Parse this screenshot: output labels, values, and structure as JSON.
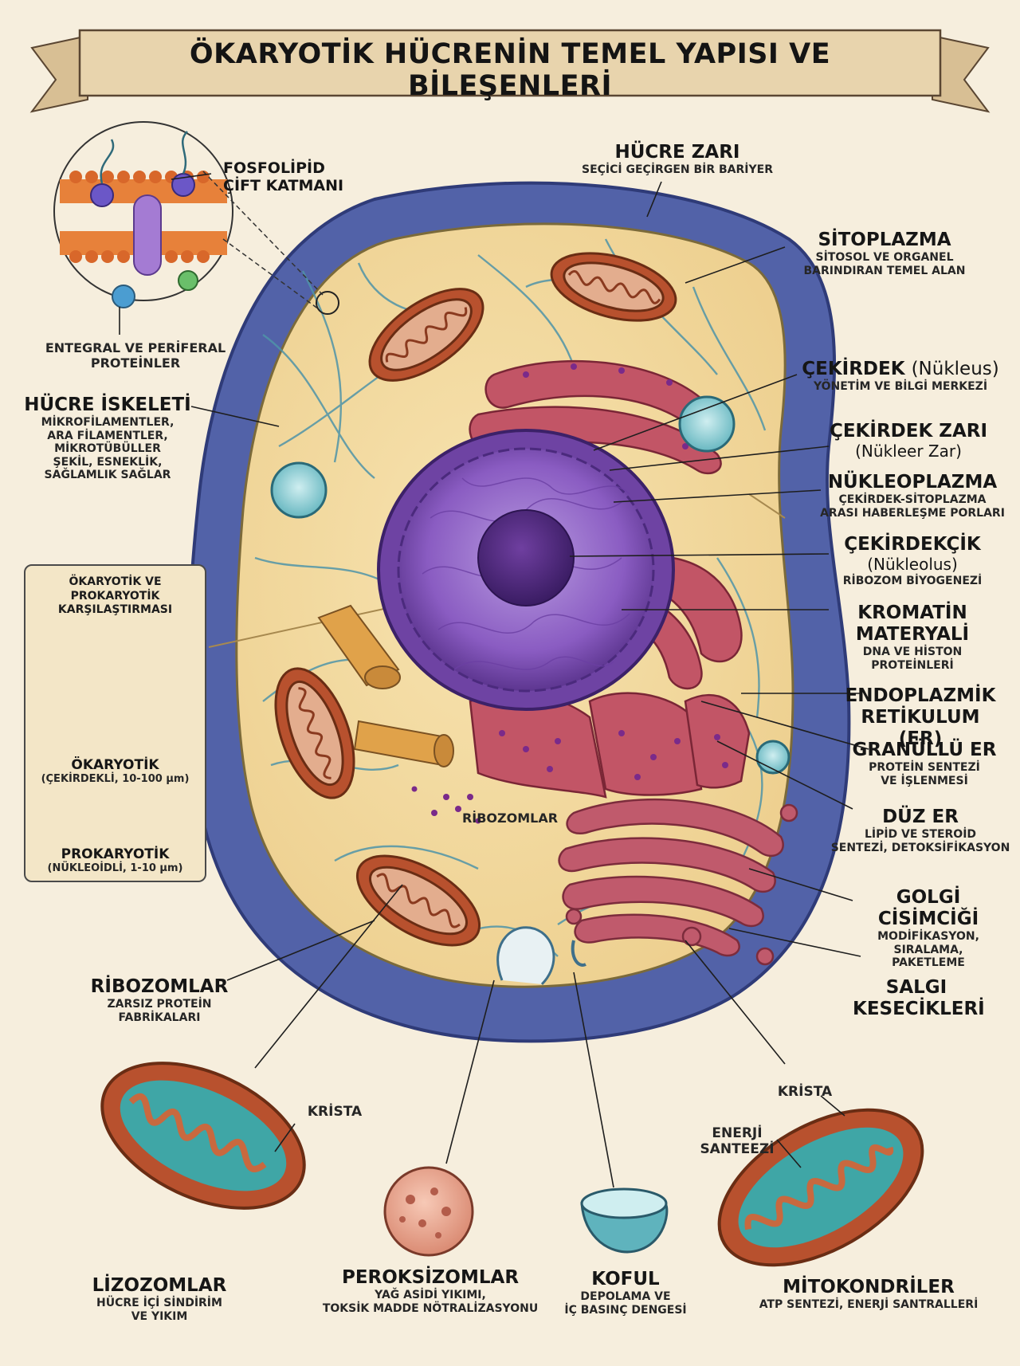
{
  "title": "ÖKARYOTİK HÜCRENİN TEMEL YAPISI VE BİLEŞENLERİ",
  "colors": {
    "background": "#f6eedd",
    "membrane_outer": "#4f5fa6",
    "cytoplasm": "#f2d79c",
    "nucleus": "#7b4aa8",
    "er": "#b84a5a",
    "mitochondria": "#b8512e",
    "mito_matrix": "#3fa6a6",
    "cytoskeleton": "#4f94a8"
  },
  "labels": {
    "fosfolipid": {
      "h": "FOSFOLİPİD",
      "h2": "ÇİFT KATMANI"
    },
    "integral": {
      "s": "ENTEGRAL VE PERİFERAL",
      "s2": "PROTEİNLER"
    },
    "hucre_zari": {
      "h": "HÜCRE ZARI",
      "s": "SEÇİCİ GEÇİRGEN BİR BARİYER"
    },
    "sitoplazma": {
      "h": "SİTOPLAZMA",
      "s": "SİTOSOL VE ORGANEL",
      "s2": "BARINDIRAN TEMEL ALAN"
    },
    "cekirdek": {
      "h": "ÇEKİRDEK",
      "paren": "(Nükleus)",
      "s": "YÖNETİM VE BİLGİ MERKEZİ"
    },
    "cekirdek_zari": {
      "h": "ÇEKİRDEK ZARI",
      "paren": "(Nükleer Zar)"
    },
    "nukleoplazma": {
      "h": "NÜKLEOPLAZMA",
      "s": "ÇEKİRDEK-SİTOPLAZMA",
      "s2": "ARASI HABERLEŞME PORLARI"
    },
    "cekirdekcik": {
      "h": "ÇEKİRDEKÇİK",
      "paren": "(Nükleolus)",
      "s": "RİBOZOM BİYOGENEZİ"
    },
    "kromatin": {
      "h": "KROMATİN",
      "h2": "MATERYALİ",
      "s": "DNA VE HİSTON",
      "s2": "PROTEİNLERİ"
    },
    "er": {
      "h": "ENDOPLAZMİK",
      "h2": "RETİKULUM (ER)"
    },
    "granullu_er": {
      "h": "GRANÜLLÜ ER",
      "s": "PROTEİN SENTEZİ",
      "s2": "VE İŞLENMESİ"
    },
    "duz_er": {
      "h": "DÜZ ER",
      "s": "LİPİD VE STEROİD",
      "s2": "SENTEZİ, DETOKSİFİKASYON"
    },
    "golgi": {
      "h": "GOLGİ CİSİMCİĞİ",
      "s": "MODİFİKASYON,",
      "s2": "SIRALAMA,",
      "s3": "PAKETLEME"
    },
    "salgi": {
      "h": "SALGI",
      "h2": "KESECİKLERİ"
    },
    "hucre_iskeleti": {
      "h": "HÜCRE İSKELETİ",
      "s": "MİKROFİLAMENTLER,",
      "s2": "ARA FİLAMENTLER,",
      "s3": "MİKROTÜBÜLLER",
      "s4": "ŞEKİL, ESNEKLİK,",
      "s5": "SAĞLAMLIK SAĞLAR"
    },
    "ribozomlar_inner": {
      "s": "RİBOZOMLAR"
    },
    "ribozomlar": {
      "h": "RİBOZOMLAR",
      "s": "ZARSIZ PROTEİN",
      "s2": "FABRİKALARI"
    },
    "krista_left": {
      "s": "KRİSTA"
    },
    "krista_right": {
      "s": "KRİSTA"
    },
    "enerji": {
      "s": "ENERJİ",
      "s2": "SANTEEZİ"
    },
    "lizozomlar": {
      "h": "LİZOZOMLAR",
      "s": "HÜCRE İÇİ SİNDİRİM",
      "s2": "VE YIKIM"
    },
    "peroksizomlar": {
      "h": "PEROKSİZOMLAR",
      "s": "YAĞ ASİDİ YIKIMI,",
      "s2": "TOKSİK MADDE NÖTRALİZASYONU"
    },
    "koful": {
      "h": "KOFUL",
      "s": "DEPOLAMA VE",
      "s2": "İÇ BASINÇ DENGESİ"
    },
    "mitokondriler": {
      "h": "MİTOKONDRİLER",
      "s": "ATP SENTEZİ, ENERJİ SANTRALLERİ"
    }
  },
  "comparison": {
    "title1": "ÖKARYOTİK VE",
    "title2": "PROKARYOTİK",
    "title3": "KARŞILAŞTIRMASI",
    "eu_name": "ÖKARYOTİK",
    "eu_desc": "(ÇEKİRDEKLİ, 10-100 µm)",
    "pro_name": "PROKARYOTİK",
    "pro_desc": "(NÜKLEOİDLİ, 1-10 µm)"
  }
}
